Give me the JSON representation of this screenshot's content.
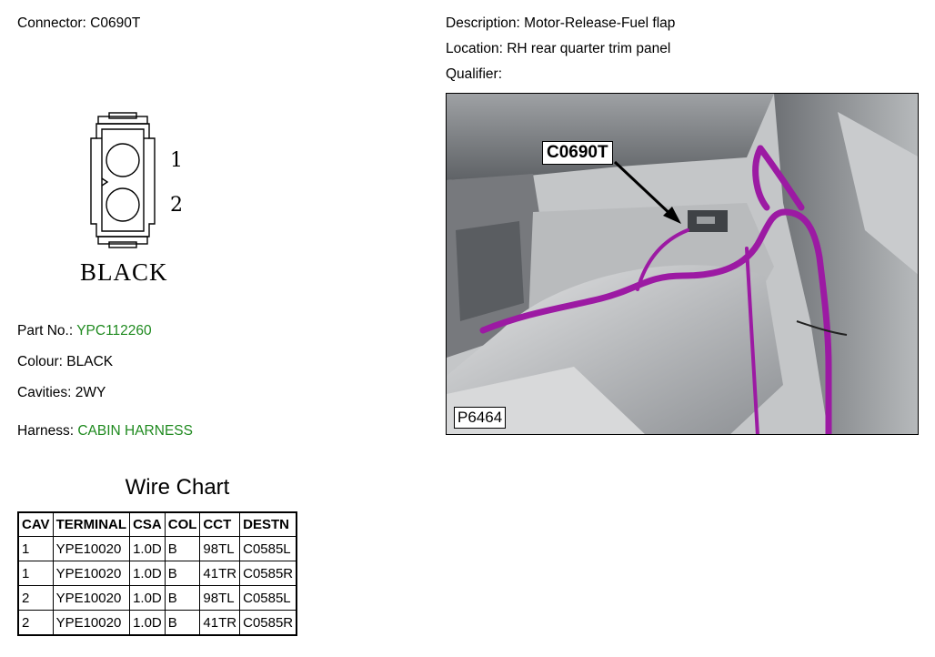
{
  "connector": {
    "label": "Connector:",
    "name": "C0690T",
    "pin1": "1",
    "pin2": "2",
    "housing_colour": "BLACK"
  },
  "description": {
    "label": "Description:",
    "value": "Motor-Release-Fuel flap"
  },
  "location": {
    "label": "Location:",
    "value": "RH rear quarter trim panel"
  },
  "qualifier": {
    "label": "Qualifier:",
    "value": ""
  },
  "part": {
    "label": "Part No.:",
    "value": "YPC112260"
  },
  "colour": {
    "label": "Colour:",
    "value": "BLACK"
  },
  "cavities": {
    "label": "Cavities:",
    "value": "2WY"
  },
  "harness": {
    "label": "Harness:",
    "value": "CABIN HARNESS"
  },
  "photo": {
    "callout": "C0690T",
    "id": "P6464"
  },
  "wire_chart": {
    "title": "Wire Chart",
    "headers": [
      "CAV",
      "TERMINAL",
      "CSA",
      "COL",
      "CCT",
      "DESTN"
    ],
    "rows": [
      [
        "1",
        "YPE10020",
        "1.0D",
        "B",
        "98TL",
        "C0585L"
      ],
      [
        "1",
        "YPE10020",
        "1.0D",
        "B",
        "41TR",
        "C0585R"
      ],
      [
        "2",
        "YPE10020",
        "1.0D",
        "B",
        "98TL",
        "C0585L"
      ],
      [
        "2",
        "YPE10020",
        "1.0D",
        "B",
        "41TR",
        "C0585R"
      ]
    ]
  },
  "colors": {
    "link_green": "#1f8a1f",
    "harness_purple": "#9c1aa3"
  }
}
